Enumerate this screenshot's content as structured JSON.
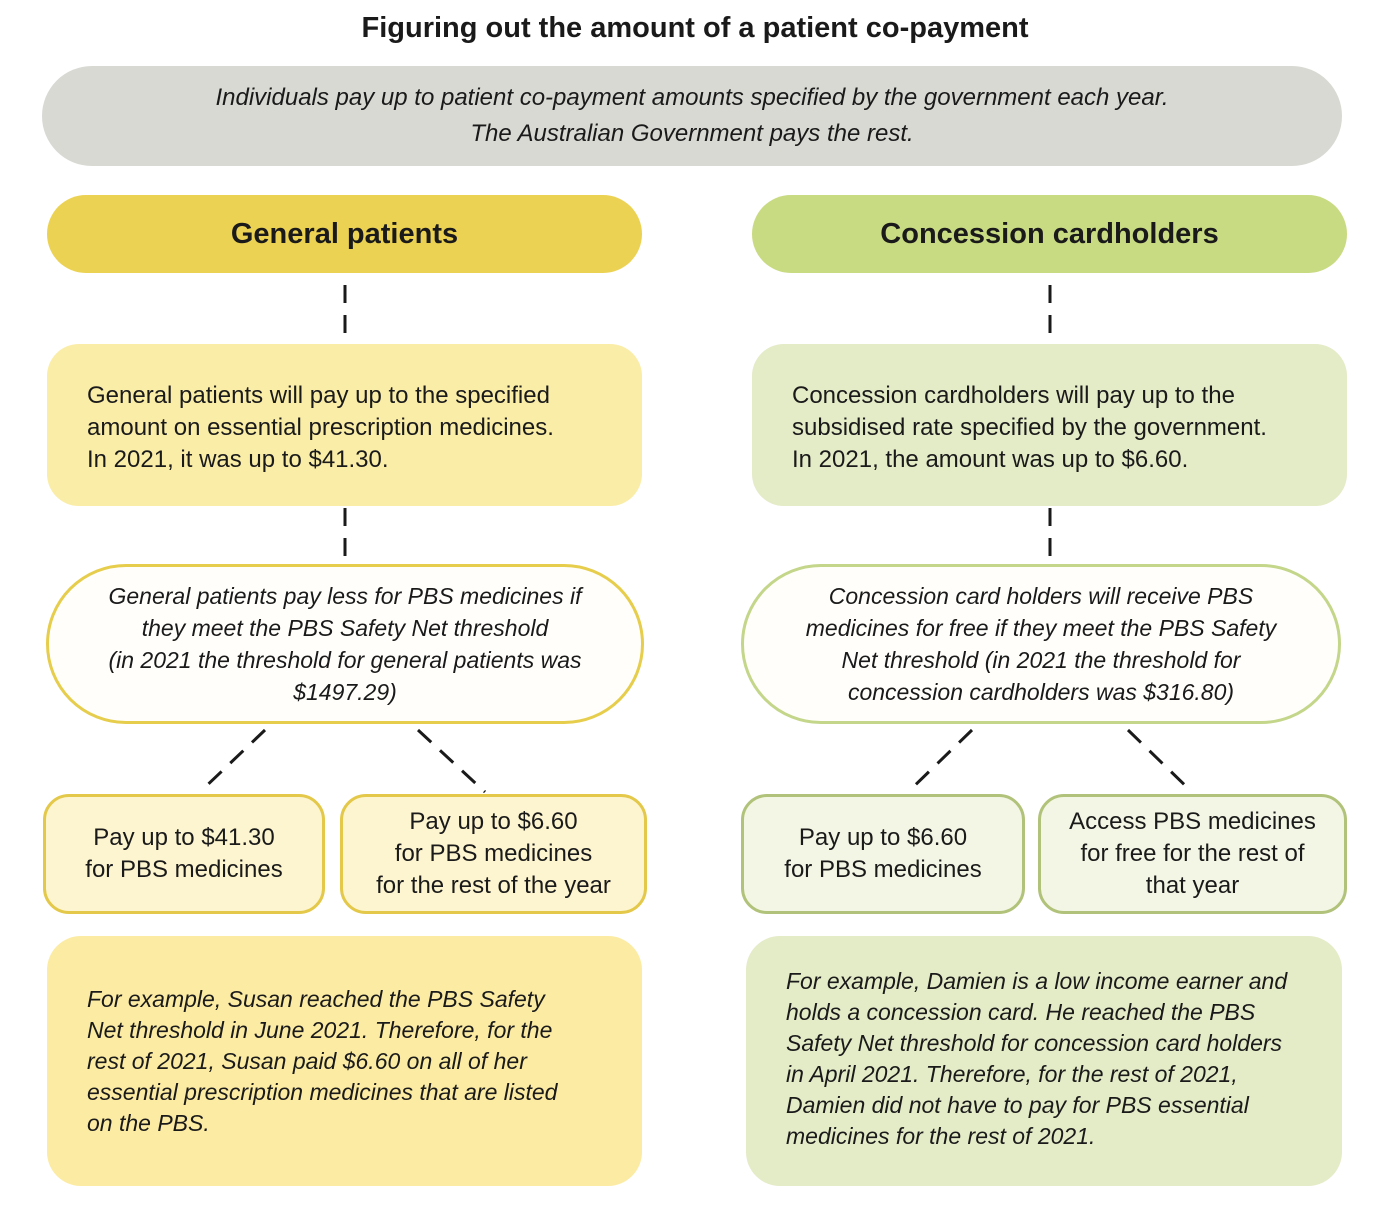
{
  "title": "Figuring out the amount of a patient co-payment",
  "intro": {
    "line1": "Individuals pay up to patient co-payment amounts specified by the government each year.",
    "line2": "The Australian Government pays the rest."
  },
  "general": {
    "header": "General patients",
    "description": [
      "General patients will pay up to the specified",
      "amount on essential prescription medicines.",
      "In 2021, it was up to $41.30."
    ],
    "safety_net": [
      "General patients pay less for PBS medicines if",
      "they meet the PBS Safety Net threshold",
      "(in 2021 the threshold for general patients was",
      "$1497.29)"
    ],
    "option_before": [
      "Pay up to $41.30",
      "for PBS medicines"
    ],
    "option_after": [
      "Pay up to $6.60",
      "for PBS medicines",
      "for the rest of the year"
    ],
    "example": [
      "For example, Susan reached the PBS Safety",
      "Net threshold in June 2021. Therefore, for the",
      "rest of 2021, Susan paid $6.60 on all of her",
      "essential prescription medicines that are listed",
      "on the PBS."
    ]
  },
  "concession": {
    "header": "Concession cardholders",
    "description": [
      "Concession cardholders will pay up to the",
      "subsidised rate specified by the government.",
      "In 2021, the amount was up to $6.60."
    ],
    "safety_net": [
      "Concession card holders will receive PBS",
      "medicines for free if they meet the PBS Safety",
      "Net threshold (in 2021 the threshold for",
      "concession cardholders was $316.80)"
    ],
    "option_before": [
      "Pay up to $6.60",
      "for PBS medicines"
    ],
    "option_after": [
      "Access PBS medicines",
      "for free for the rest of",
      "that year"
    ],
    "example": [
      "For example, Damien is a low income earner and",
      "holds a concession card. He reached the PBS",
      "Safety Net threshold for concession card holders",
      "in April 2021. Therefore, for the rest of 2021,",
      "Damien did not have to pay for PBS essential",
      "medicines for the rest of 2021."
    ]
  },
  "colors": {
    "general_header": "#ecd252",
    "general_box": "#faeda8",
    "concession_header": "#c8da82",
    "concession_box": "#e4ebc7",
    "intro_box": "#d8d9d3"
  }
}
